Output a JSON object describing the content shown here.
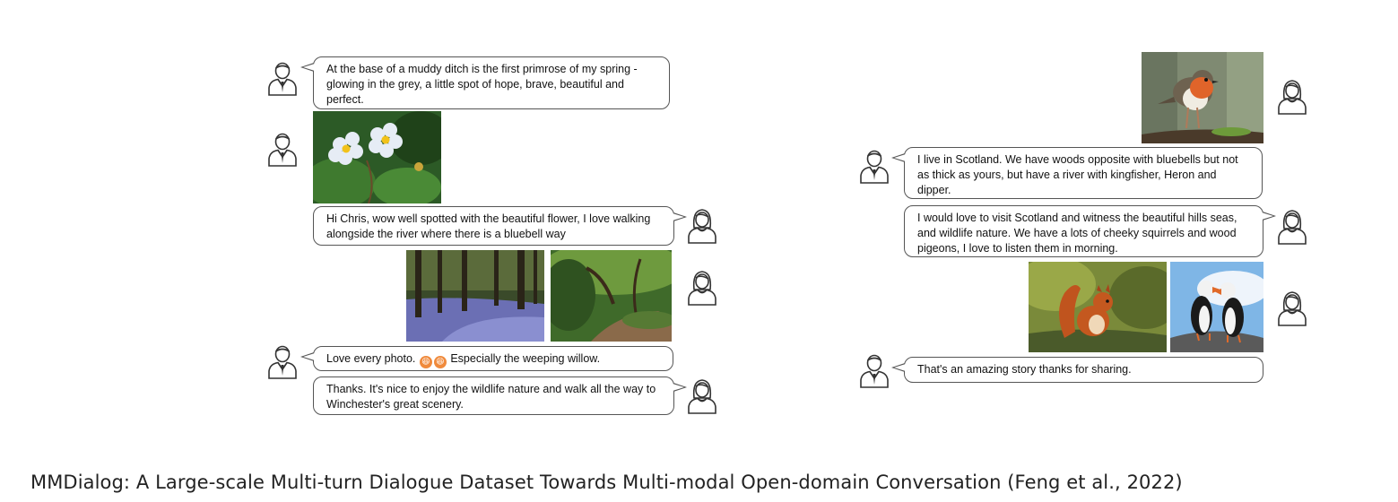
{
  "left_dialog": {
    "msg1": "At the base of a muddy ditch is the first primrose of my spring - glowing in the grey, a little spot of hope, brave, beautiful and perfect.",
    "msg2": "Hi Chris, wow well spotted with the beautiful flower, I love walking alongside the river where there is a bluebell way",
    "msg3_a": "Love every photo.",
    "msg3_b": "Especially the weeping willow.",
    "msg4": "Thanks. It's nice to enjoy the wildlife nature and walk all the way to Winchester's great scenery."
  },
  "right_dialog": {
    "msg1": "I live in Scotland. We have woods opposite with bluebells but not as thick as yours, but have a river with kingfisher, Heron and dipper.",
    "msg2": "I would love to visit Scotland and witness the beautiful hills seas, and wildlife nature. We have a lots of cheeky squirrels and wood pigeons, I love to listen them in morning.",
    "msg3": "That's an amazing story thanks for sharing."
  },
  "emoji": [
    "😆",
    "😆"
  ],
  "caption": "MMDialog: A Large-scale Multi-turn Dialogue Dataset Towards Multi-modal Open-domain Conversation (Feng et al., 2022)",
  "colors": {
    "bubble_border": "#555555",
    "emoji": "#f08a3c",
    "text": "#111111"
  }
}
